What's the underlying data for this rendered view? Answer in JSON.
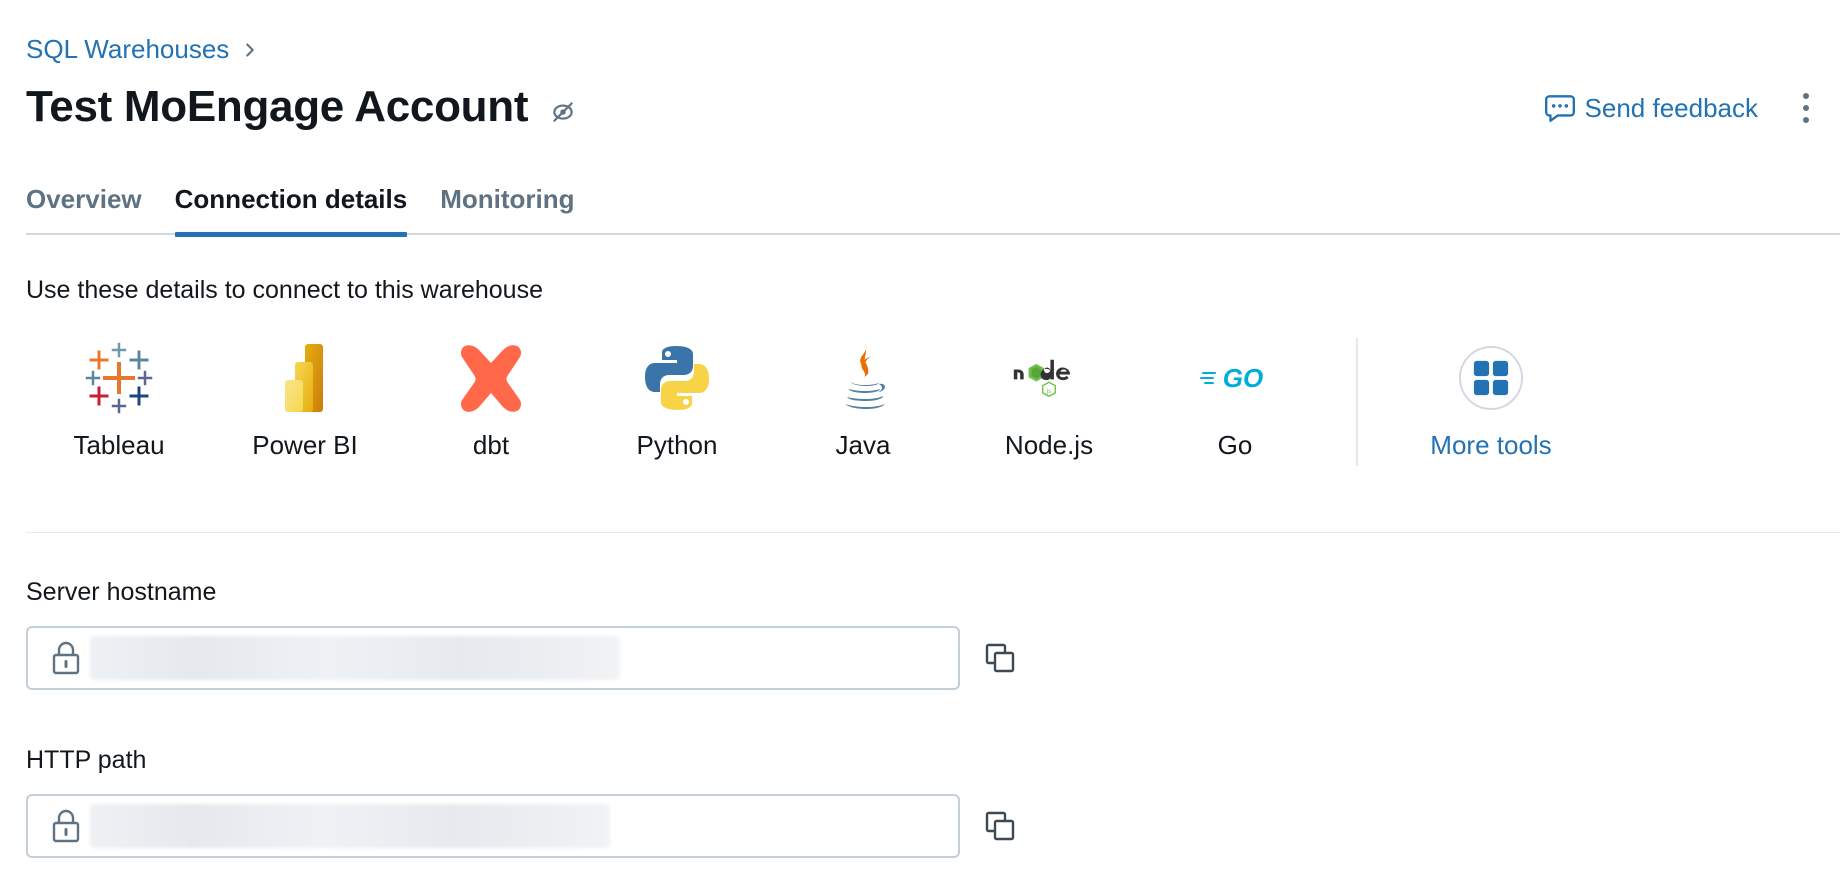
{
  "breadcrumb": {
    "link": "SQL Warehouses"
  },
  "header": {
    "title": "Test MoEngage Account",
    "feedback_label": "Send feedback"
  },
  "tabs": [
    {
      "label": "Overview"
    },
    {
      "label": "Connection details",
      "active": true
    },
    {
      "label": "Monitoring"
    }
  ],
  "intro": "Use these details to connect to this warehouse",
  "tools": [
    {
      "label": "Tableau",
      "icon": "tableau-icon"
    },
    {
      "label": "Power BI",
      "icon": "power-bi-icon"
    },
    {
      "label": "dbt",
      "icon": "dbt-icon"
    },
    {
      "label": "Python",
      "icon": "python-icon"
    },
    {
      "label": "Java",
      "icon": "java-icon"
    },
    {
      "label": "Node.js",
      "icon": "nodejs-icon"
    },
    {
      "label": "Go",
      "icon": "go-icon"
    }
  ],
  "more_tools": {
    "label": "More tools",
    "icon": "grid-icon"
  },
  "fields": {
    "server_hostname": {
      "label": "Server hostname"
    },
    "http_path": {
      "label": "HTTP path"
    }
  },
  "colors": {
    "link": "#2272b4",
    "active_tab_underline": "#2272b4",
    "text": "#11171c",
    "muted": "#5f7281"
  }
}
